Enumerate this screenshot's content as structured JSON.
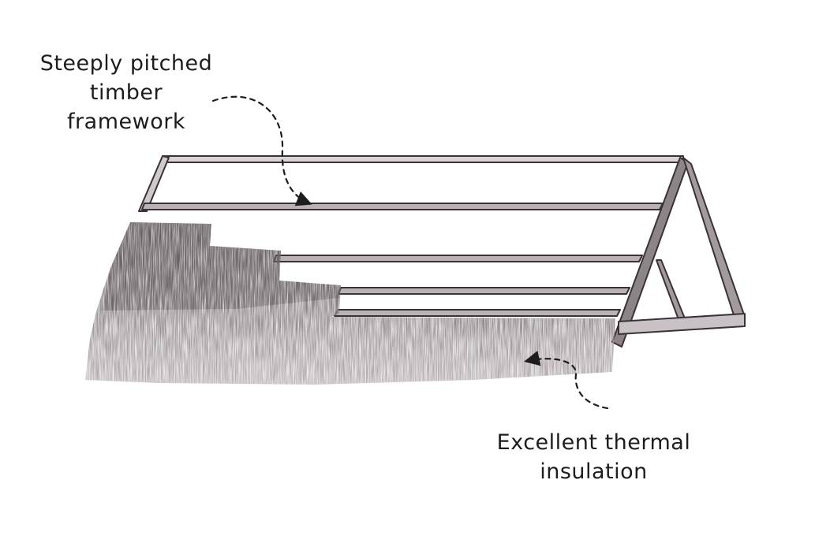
{
  "annotations": {
    "framework": {
      "lines": [
        "Steeply pitched",
        "timber",
        "framework"
      ]
    },
    "insulation": {
      "lines": [
        "Excellent thermal",
        "insulation"
      ]
    }
  },
  "colors": {
    "timber_stroke": "#3a3236",
    "timber_fill": "#dcd6da",
    "thatch_dark": "#6e6669",
    "thatch_mid": "#8c8386",
    "thatch_light": "#b3aaac",
    "ink": "#1d1d1d"
  },
  "icons": {
    "framework_arrow": "dashed-curved-arrow-icon",
    "insulation_arrow": "dashed-curved-arrow-icon"
  }
}
